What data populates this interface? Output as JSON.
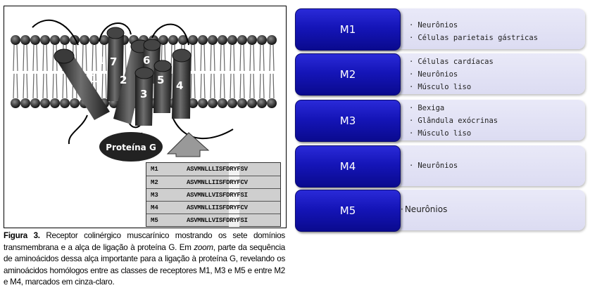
{
  "figure": {
    "helices": [
      "1",
      "7",
      "2",
      "6",
      "3",
      "5",
      "4"
    ],
    "protein_label": "Proteína G",
    "sequences": [
      {
        "id": "M1",
        "seq": "ASVMNLLLISFDRYFSV"
      },
      {
        "id": "M2",
        "seq": "ASVMNLLIISFDRYFCV"
      },
      {
        "id": "M3",
        "seq": "ASVMNLLVISFDRYFSI"
      },
      {
        "id": "M4",
        "seq": "ASVMNLLIISFDRYFCV"
      },
      {
        "id": "M5",
        "seq": "ASVMNLLVISFDRYFSI"
      }
    ]
  },
  "caption": {
    "label": "Figura 3.",
    "text_1": " Receptor colinérgico muscarínico mostrando os sete domínios transmembrana e a alça de ligação à proteína G. Em ",
    "zoom": "zoom",
    "text_2": ", parte da sequência de aminoácidos dessa alça importante para a ligação à proteína G, revelando os aminoácidos homólogos entre as classes de receptores M1, M3 e M5 e entre M2 e M4, marcados em cinza-claro."
  },
  "receptors": [
    {
      "label": "M1",
      "items": [
        "Neurônios",
        "Células parietais gástricas"
      ]
    },
    {
      "label": "M2",
      "items": [
        "Células cardíacas",
        "Neurônios",
        "Músculo liso"
      ]
    },
    {
      "label": "M3",
      "items": [
        "Bexiga",
        "Glândula exócrinas",
        "Músculo liso"
      ]
    },
    {
      "label": "M4",
      "items": [
        "Neurônios"
      ]
    },
    {
      "label": "M5",
      "items": [
        "Neurônios"
      ]
    }
  ],
  "colors": {
    "accent": "#1515b8",
    "panel": "#dcdcf2"
  }
}
